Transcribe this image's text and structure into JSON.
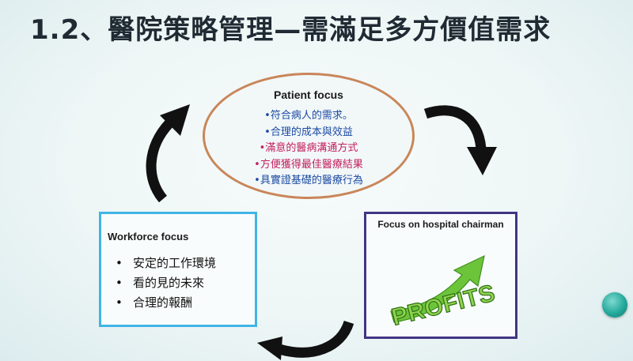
{
  "slide": {
    "title": "1.2、醫院策略管理—需滿足多方價值需求"
  },
  "patient_focus": {
    "title": "Patient focus",
    "items": [
      {
        "text": "•符合病人的需求。",
        "color": "blue"
      },
      {
        "text": "•合理的成本與效益",
        "color": "blue"
      },
      {
        "text": "•滿意的醫病溝通方式",
        "color": "red"
      },
      {
        "text": "•方便獲得最佳醫療結果",
        "color": "red"
      },
      {
        "text": "•具實證基礎的醫療行為",
        "color": "blue"
      }
    ]
  },
  "workforce_focus": {
    "title": "Workforce focus",
    "items": [
      "安定的工作環境",
      "看的見的未來",
      "合理的報酬"
    ]
  },
  "chairman_focus": {
    "title": "Focus on hospital chairman",
    "image_text": "PROFITS"
  },
  "colors": {
    "ellipse_border": "#c9865a",
    "workforce_border": "#41b4e6",
    "chairman_border": "#423585",
    "profits_green": "#6cc43a",
    "arrow": "#111111"
  },
  "icons": {
    "cycle_arrows": "curved-arrow-icon",
    "nav": "nav-circle-icon"
  }
}
